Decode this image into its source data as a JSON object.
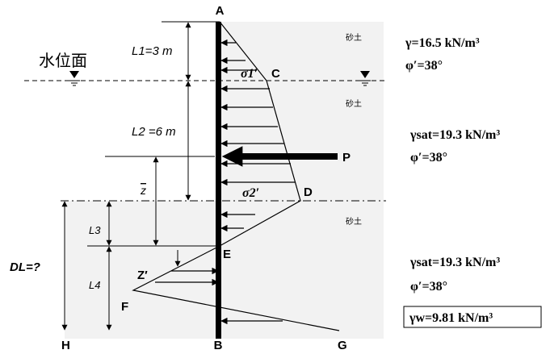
{
  "points": {
    "A": "A",
    "B": "B",
    "C": "C",
    "D": "D",
    "E": "E",
    "F": "F",
    "G": "G",
    "H": "H",
    "P": "P"
  },
  "water_table_label": "水位面",
  "soil_label": "砂土",
  "dims": {
    "L1": "L1=3 m",
    "L2": "L2 =6 m",
    "L3": "L3",
    "L4": "L4",
    "zbar": "z",
    "Zprime": "Z′",
    "DL": "DL=?"
  },
  "stress_labels": {
    "sigma1": "σ1′",
    "sigma2": "σ2′"
  },
  "layers": [
    {
      "gamma": "γ=16.5 kN/m³",
      "phi": "φ′=38°"
    },
    {
      "gamma": "γsat=19.3 kN/m³",
      "phi": "φ′=38°"
    },
    {
      "gamma": "γsat=19.3 kN/m³",
      "phi": "φ′=38°"
    }
  ],
  "gamma_w": "γw=9.81 kN/m³",
  "colors": {
    "soil_fill": "#f2f2f2",
    "line": "#000000"
  }
}
